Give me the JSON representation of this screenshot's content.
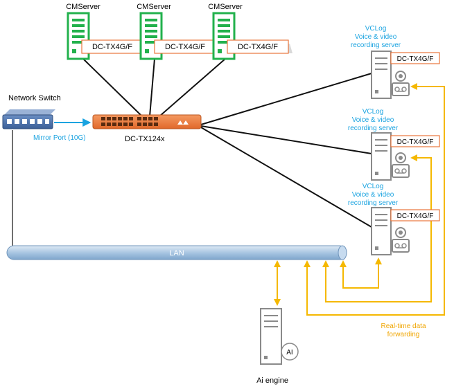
{
  "cmservers": [
    {
      "title": "CMServer",
      "card": "DC-TX4G/F"
    },
    {
      "title": "CMServer",
      "card": "DC-TX4G/F"
    },
    {
      "title": "CMServer",
      "card": "DC-TX4G/F"
    }
  ],
  "network_switch": {
    "label": "Network Switch",
    "mirror_port": "Mirror Port (10G)"
  },
  "core_switch": {
    "label": "DC-TX124x"
  },
  "vclogs": [
    {
      "line1": "VCLog",
      "line2": "Voice & video",
      "line3": "recording server",
      "card": "DC-TX4G/F"
    },
    {
      "line1": "VCLog",
      "line2": "Voice & video",
      "line3": "recording server",
      "card": "DC-TX4G/F"
    },
    {
      "line1": "VCLog",
      "line2": "Voice & video",
      "line3": "recording server",
      "card": "DC-TX4G/F"
    }
  ],
  "lan": {
    "label": "LAN"
  },
  "ai_engine": {
    "label": "Ai engine",
    "badge": "AI"
  },
  "forwarding": {
    "line1": "Real-time data",
    "line2": "forwarding"
  },
  "colors": {
    "server_green": "#22b14c",
    "switch_orange": "#f07d3c",
    "arrow_gold": "#f5b800",
    "mirror_blue": "#1aa3e0",
    "lan_blue": "#a9c6e2",
    "card_border": "#e8743b"
  }
}
